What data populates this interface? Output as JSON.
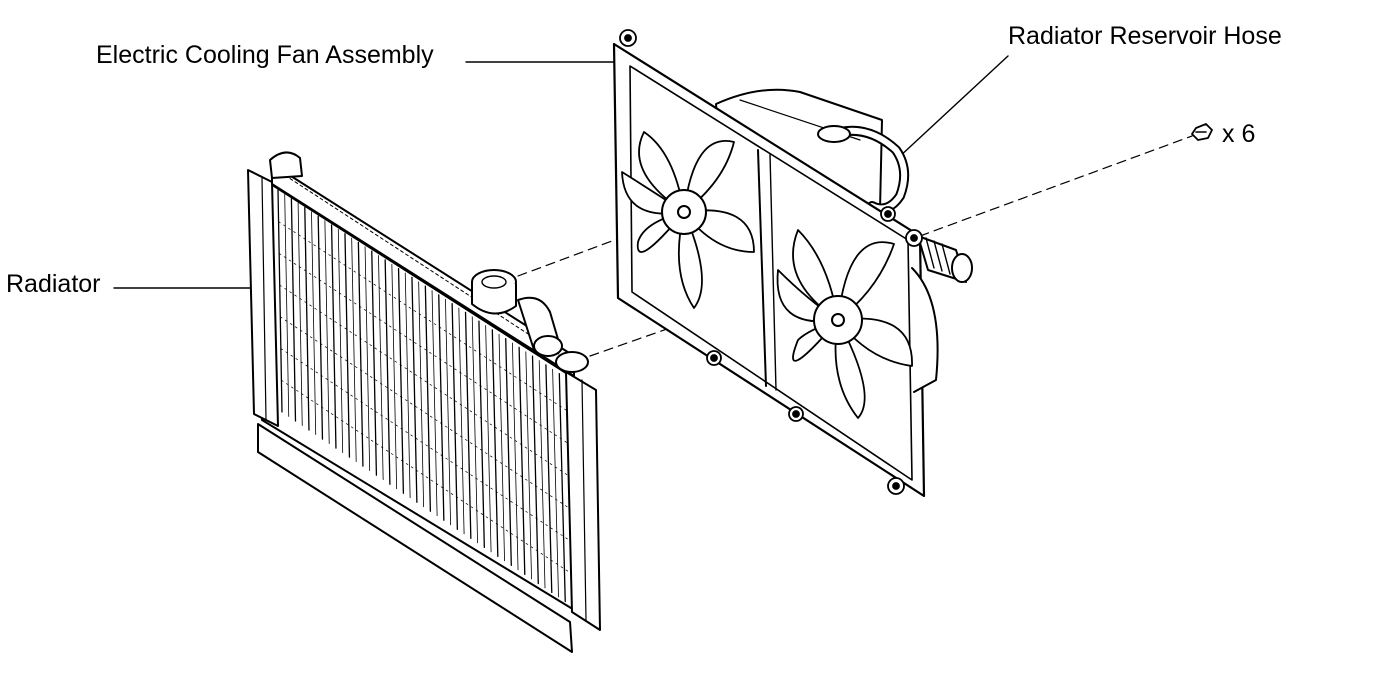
{
  "labels": {
    "fan_assembly": "Electric Cooling Fan Assembly",
    "reservoir_hose": "Radiator Reservoir Hose",
    "radiator": "Radiator",
    "bolt_quantity": "x 6"
  }
}
